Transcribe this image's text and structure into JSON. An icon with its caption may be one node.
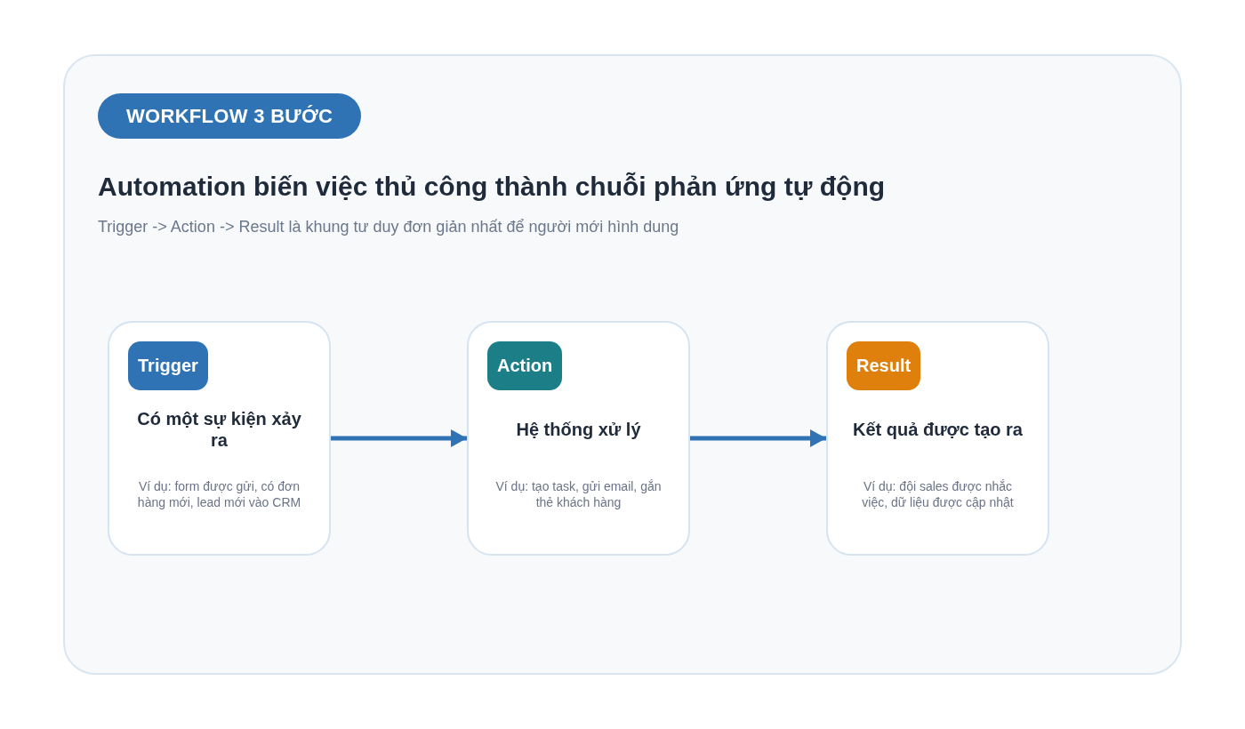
{
  "diagram": {
    "title": "Automation biến việc thủ công thành chuỗi phản ứng tự động",
    "labels": [
      "WORKFLOW 3 BƯỚC",
      "Trigger -> Action -> Result là khung tư duy đơn giản nhất để người mới hình dung"
    ],
    "nodes": [
      {
        "text": [
          "Trigger",
          "Có một sự kiện xảy ra",
          "Ví dụ: form được gửi, có đơn hàng mới, lead mới vào CRM"
        ]
      },
      {
        "text": [
          "Action",
          "Hệ thống xử lý",
          "Ví dụ: tạo task, gửi email, gắn thẻ khách hàng"
        ]
      },
      {
        "text": [
          "Result",
          "Kết quả được tạo ra",
          "Ví dụ: đội sales được nhắc việc, dữ liệu được cập nhật"
        ]
      }
    ],
    "edges": [
      {
        "from": 0,
        "to": 1,
        "arrow": "to"
      },
      {
        "from": 1,
        "to": 2,
        "arrow": "to"
      }
    ]
  }
}
